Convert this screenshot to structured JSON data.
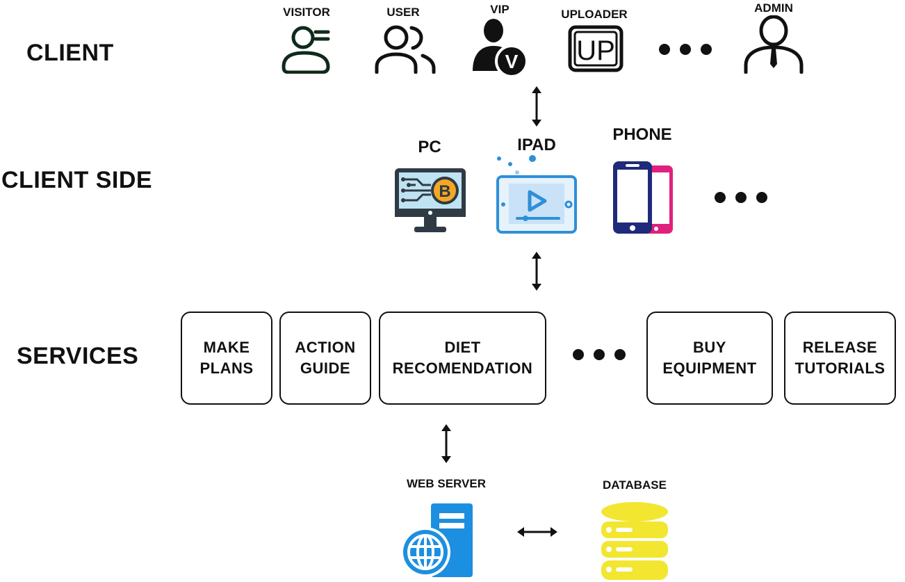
{
  "sections": {
    "client": "CLIENT",
    "client_side": "CLIENT SIDE",
    "services": "SERVICES"
  },
  "roles": [
    {
      "label": "VISITOR",
      "icon": "visitor-icon"
    },
    {
      "label": "USER",
      "icon": "users-icon"
    },
    {
      "label": "VIP",
      "icon": "vip-icon"
    },
    {
      "label": "UPLOADER",
      "icon": "upload-icon"
    },
    {
      "label": "ADMIN",
      "icon": "admin-icon"
    }
  ],
  "devices": [
    {
      "label": "PC",
      "icon": "pc-monitor-icon"
    },
    {
      "label": "IPAD",
      "icon": "tablet-video-icon"
    },
    {
      "label": "PHONE",
      "icon": "phone-icon"
    }
  ],
  "services": [
    {
      "label": "MAKE\nPLANS"
    },
    {
      "label": "ACTION\nGUIDE"
    },
    {
      "label": "DIET\nRECOMENDATION"
    },
    {
      "label": "BUY\nEQUIPMENT"
    },
    {
      "label": "RELEASE\nTUTORIALS"
    }
  ],
  "backend": {
    "web_server": "WEB SERVER",
    "database": "DATABASE"
  },
  "upload_icon_text": "UP",
  "vip_badge_text": "V",
  "colors": {
    "ink": "#111111",
    "visitor_green": "#0f2a1a",
    "tablet_blue": "#2f8fd8",
    "phone_navy": "#1f2a7a",
    "phone_pink": "#e0207e",
    "server_blue": "#1d8fe0",
    "database_yellow": "#f2e630",
    "bitcoin_orange": "#f5a623"
  }
}
